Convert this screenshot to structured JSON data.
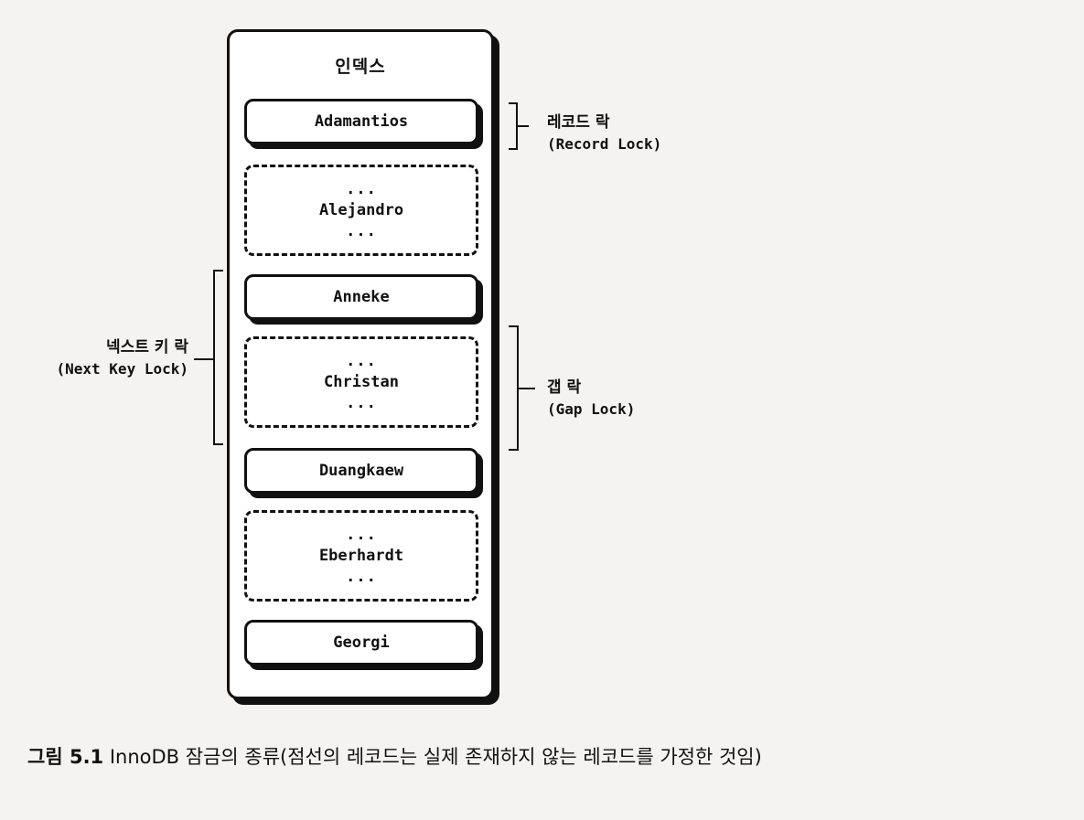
{
  "index_title": "인덱스",
  "records": [
    {
      "name": "Adamantios",
      "kind": "real"
    },
    {
      "name": "Alejandro",
      "kind": "gap",
      "ellipsis": "..."
    },
    {
      "name": "Anneke",
      "kind": "real"
    },
    {
      "name": "Christan",
      "kind": "gap",
      "ellipsis": "..."
    },
    {
      "name": "Duangkaew",
      "kind": "real"
    },
    {
      "name": "Eberhardt",
      "kind": "gap",
      "ellipsis": "..."
    },
    {
      "name": "Georgi",
      "kind": "real"
    }
  ],
  "labels": {
    "record_lock": {
      "ko": "레코드 락",
      "en": "(Record Lock)"
    },
    "gap_lock": {
      "ko": "갭 락",
      "en": "(Gap Lock)"
    },
    "next_key_lock": {
      "ko": "넥스트 키 락",
      "en": "(Next Key Lock)"
    }
  },
  "caption": {
    "prefix": "그림 5.1",
    "text": "InnoDB 잠금의 종류(점선의 레코드는 실제 존재하지 않는 레코드를 가정한 것임)"
  }
}
